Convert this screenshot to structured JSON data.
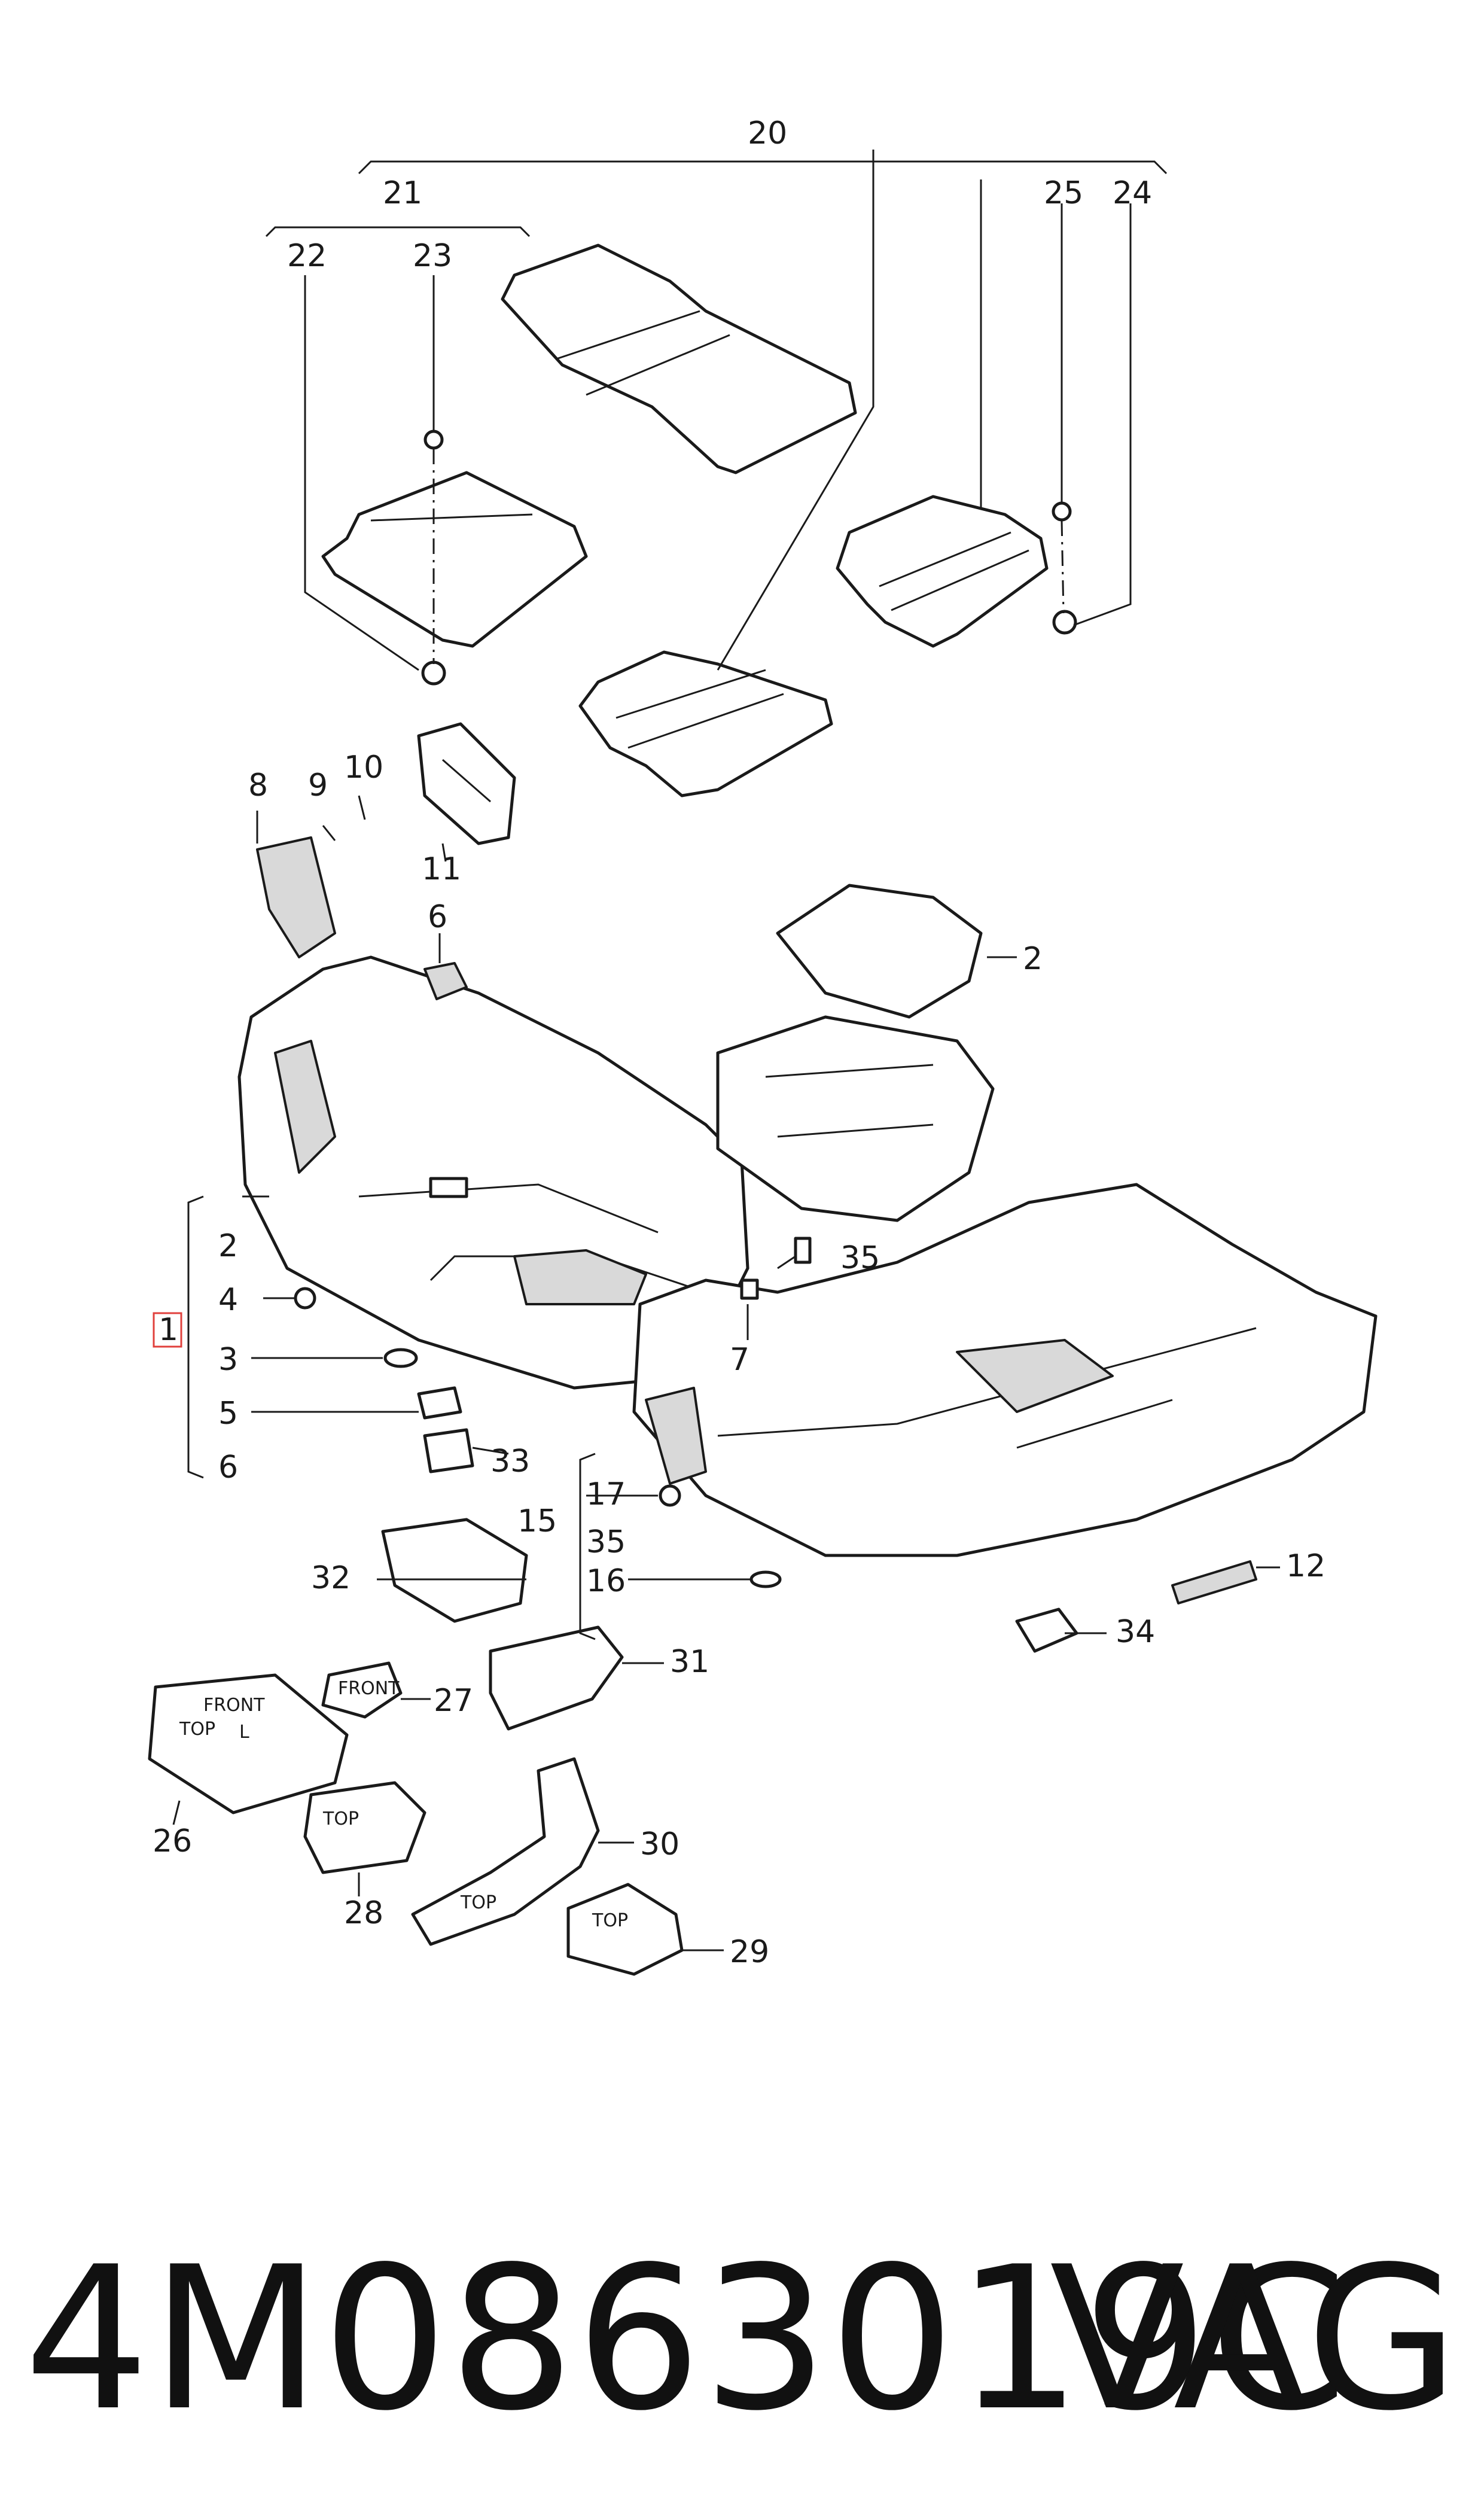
{
  "callouts": {
    "n1": "1",
    "n2": "2",
    "n2b": "2",
    "n3": "3",
    "n4": "4",
    "n5": "5",
    "n6": "6",
    "n6b": "6",
    "n7": "7",
    "n8": "8",
    "n9": "9",
    "n10": "10",
    "n11": "11",
    "n12": "12",
    "n15": "15",
    "n16": "16",
    "n17": "17",
    "n20": "20",
    "n21": "21",
    "n22": "22",
    "n23": "23",
    "n24": "24",
    "n25": "25",
    "n26": "26",
    "n27": "27",
    "n28": "28",
    "n29": "29",
    "n30": "30",
    "n31": "31",
    "n32": "32",
    "n33": "33",
    "n34": "34",
    "n35": "35",
    "n35b": "35"
  },
  "embossed": {
    "front": "FRONT",
    "top": "TOP",
    "l": "L"
  },
  "footer": {
    "part_number": "4M0863019C",
    "brand": "VAG"
  },
  "colors": {
    "line": "#1a1a1a",
    "shade": "#d9d9d9",
    "highlight_box": "#e0403c"
  }
}
